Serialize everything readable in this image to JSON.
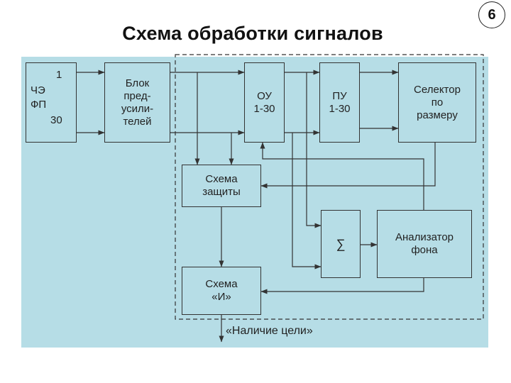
{
  "title": "Схема обработки сигналов",
  "page_number": "6",
  "blocks": {
    "sensor": {
      "num_top": "1",
      "line1": "ЧЭ",
      "line2": "ФП",
      "num_bottom": "30"
    },
    "preamp": {
      "lines": [
        "Блок",
        "пред-",
        "усили-",
        "телей"
      ]
    },
    "ou": {
      "lines": [
        "ОУ",
        "1-30"
      ]
    },
    "pu": {
      "lines": [
        "ПУ",
        "1-30"
      ]
    },
    "selector": {
      "lines": [
        "Селектор",
        "по",
        "размеру"
      ]
    },
    "protection": {
      "lines": [
        "Схема",
        "защиты"
      ]
    },
    "sum": {
      "symbol": "∑"
    },
    "analyzer": {
      "lines": [
        "Анализатор",
        "фона"
      ]
    },
    "and_gate": {
      "lines": [
        "Схема",
        "«И»"
      ]
    }
  },
  "output_label": "«Наличие цели»",
  "colors": {
    "panel": "#b6dde6",
    "stroke": "#333333"
  }
}
